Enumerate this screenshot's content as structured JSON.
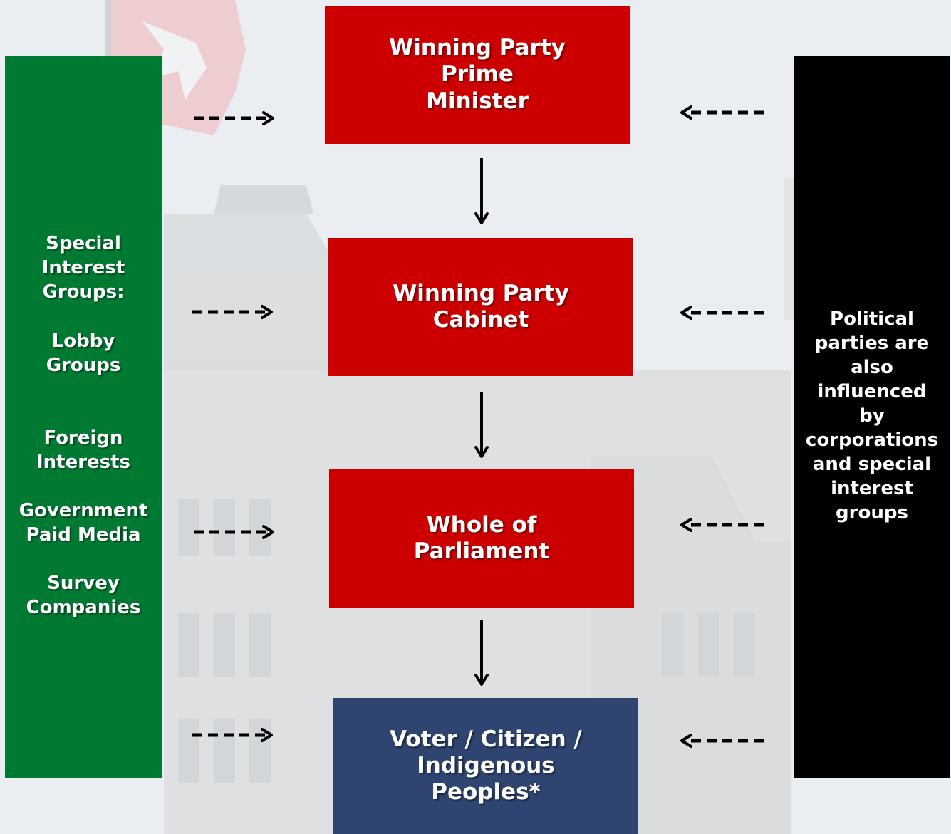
{
  "diagram": {
    "boxes": {
      "prime_minister": "Winning Party\nPrime\nMinister",
      "cabinet": "Winning Party\nCabinet",
      "parliament": "Whole of\nParliament",
      "voter": "Voter / Citizen /\nIndigenous\nPeoples*"
    },
    "left_panel": {
      "heading": "Special\nInterest\nGroups:",
      "items": [
        "Lobby\nGroups",
        "Foreign\nInterests",
        "Government\nPaid Media",
        "Survey\nCompanies"
      ]
    },
    "right_panel": {
      "text": "Political\nparties are\nalso\ninfluenced\nby\ncorporations\nand special\ninterest\ngroups"
    }
  },
  "colors": {
    "red_box": "#cc0000",
    "voter_box": "#304472",
    "left_panel": "#007a33",
    "right_panel": "#000000",
    "arrow": "#000000"
  },
  "icons": {
    "background_flag": "canadian-flag",
    "background_building": "parliament-building"
  }
}
